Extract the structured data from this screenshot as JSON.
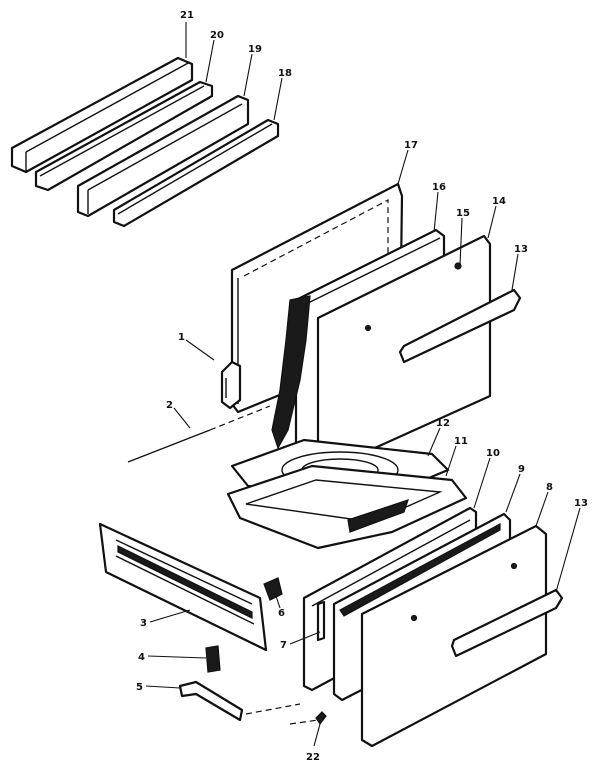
{
  "diagram": {
    "callouts": [
      "21",
      "20",
      "19",
      "18",
      "17",
      "16",
      "15",
      "14",
      "13",
      "1",
      "2",
      "12",
      "11",
      "10",
      "9",
      "8",
      "13",
      "3",
      "6",
      "7",
      "4",
      "5",
      "22"
    ],
    "colors": {
      "ink": "#111111",
      "paper": "#ffffff"
    }
  }
}
